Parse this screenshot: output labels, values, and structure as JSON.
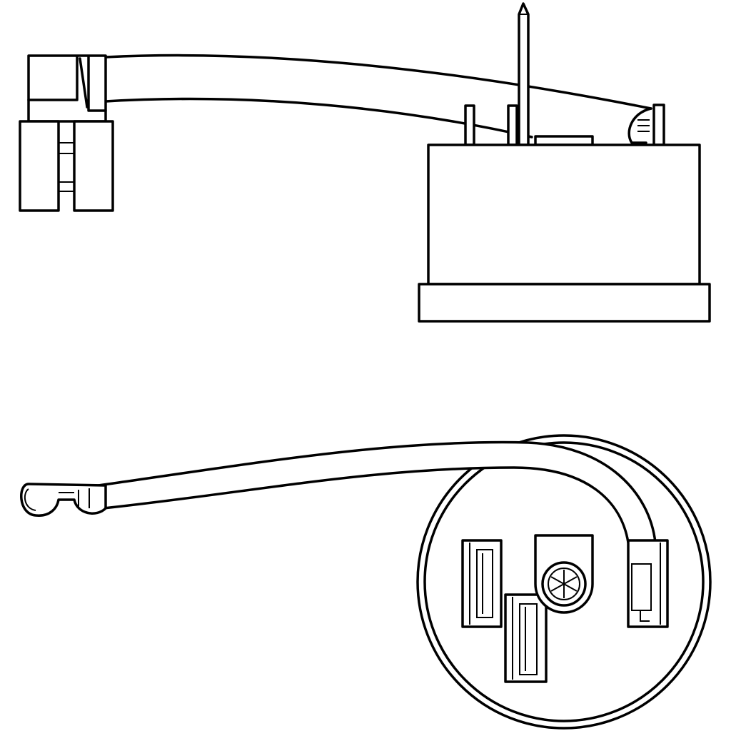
{
  "drawing": {
    "views": [
      {
        "name": "side-view",
        "parts": [
          "connector-plug",
          "wire-harness",
          "thermostat-body",
          "probe-pin",
          "terminal-pins",
          "mounting-flange"
        ]
      },
      {
        "name": "bottom-view",
        "parts": [
          "connector-clip",
          "wire-harness",
          "circular-housing",
          "spade-terminals",
          "ground-tab-with-screw"
        ]
      }
    ],
    "colors": {
      "stroke": "#000000",
      "fill": "#ffffff"
    }
  }
}
